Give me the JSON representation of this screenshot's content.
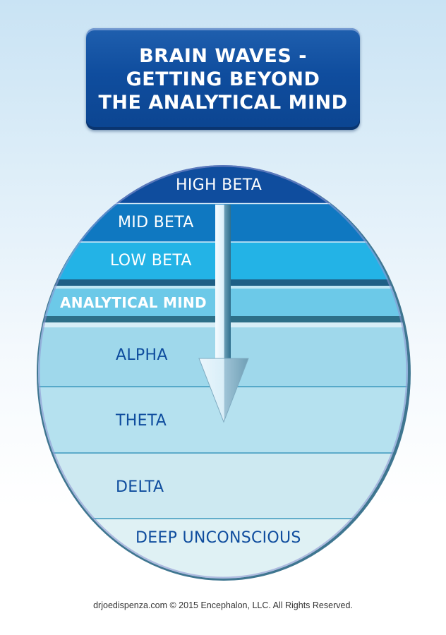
{
  "title": {
    "lines": [
      "BRAIN WAVES -",
      "GETTING BEYOND",
      "THE ANALYTICAL MIND"
    ]
  },
  "bands": [
    {
      "id": "high-beta",
      "label": "HIGH BETA",
      "color": "#0f4d9e"
    },
    {
      "id": "mid-beta",
      "label": "MID BETA",
      "color": "#0f78c1"
    },
    {
      "id": "low-beta",
      "label": "LOW BETA",
      "color": "#23b3e6"
    },
    {
      "id": "analytical-mind",
      "label": "ANALYTICAL MIND",
      "color": "#6cc9e8"
    },
    {
      "id": "alpha",
      "label": "ALPHA",
      "color": "#9fd8eb"
    },
    {
      "id": "theta",
      "label": "THETA",
      "color": "#b5e1ef"
    },
    {
      "id": "delta",
      "label": "DELTA",
      "color": "#cde9f1"
    },
    {
      "id": "deep-unconscious",
      "label": "DEEP UNCONSCIOUS",
      "color": "#dff1f4"
    }
  ],
  "arrow": {
    "direction": "down",
    "meaning": "moving beyond the analytical mind"
  },
  "footer": {
    "text": "drjoedispenza.com  © 2015 Encephalon, LLC. All Rights Reserved."
  }
}
